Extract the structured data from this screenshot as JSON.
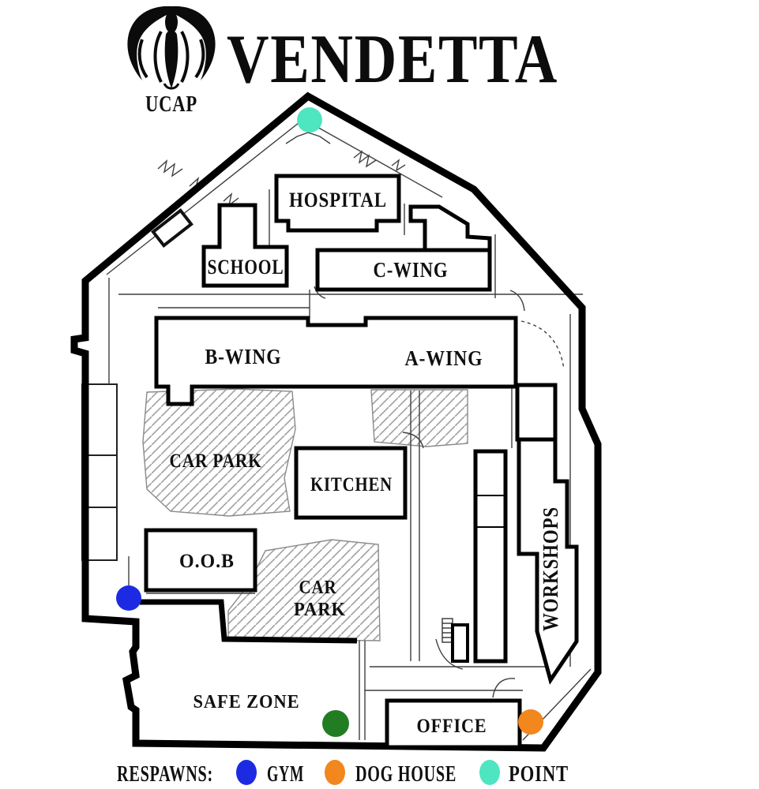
{
  "brand": {
    "org": "UCAP",
    "title": "VENDETTA"
  },
  "map": {
    "areas": {
      "hospital": "HOSPITAL",
      "school": "SCHOOL",
      "c_wing": "C-WING",
      "b_wing": "B-WING",
      "a_wing": "A-WING",
      "car_park_upper": "CAR PARK",
      "kitchen": "KITCHEN",
      "oob": "O.O.B",
      "car_park_lower": {
        "line1": "CAR",
        "line2": "PARK"
      },
      "workshops": "WORKSHOPS",
      "safe_zone": "SAFE ZONE",
      "office": "OFFICE"
    },
    "respawn_points": {
      "point": {
        "color": "#4ee5c1"
      },
      "gym": {
        "color": "#1c2be2"
      },
      "dog_house": {
        "color": "#f1871d"
      },
      "green": {
        "color": "#227d22"
      }
    }
  },
  "legend": {
    "title": "RESPAWNS:",
    "items": [
      {
        "label": "GYM",
        "color": "#1c2be2"
      },
      {
        "label": "DOG HOUSE",
        "color": "#f1871d"
      },
      {
        "label": "POINT",
        "color": "#4ee5c1"
      }
    ]
  }
}
